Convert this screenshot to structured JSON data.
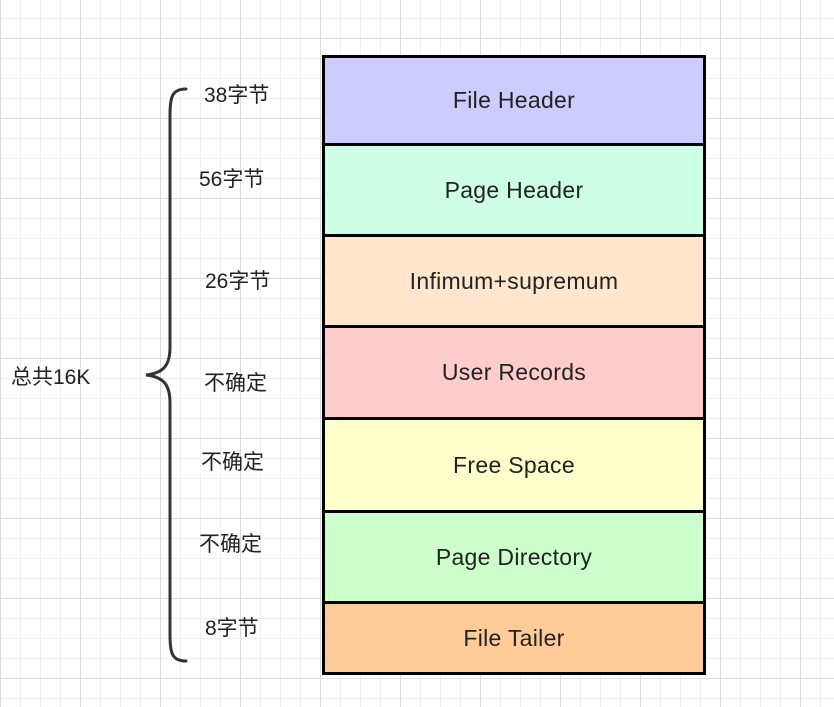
{
  "total_label": "总共16K",
  "sections": [
    {
      "name": "File Header",
      "size": "38字节",
      "color": "#ccccff"
    },
    {
      "name": "Page Header",
      "size": "56字节",
      "color": "#ccffe6"
    },
    {
      "name": "Infimum+supremum",
      "size": "26字节",
      "color": "#ffe6cc"
    },
    {
      "name": "User Records",
      "size": "不确定",
      "color": "#ffcccc"
    },
    {
      "name": "Free Space",
      "size": "不确定",
      "color": "#ffffcc"
    },
    {
      "name": "Page Directory",
      "size": "不确定",
      "color": "#ccffcc"
    },
    {
      "name": "File Tailer",
      "size": "8字节",
      "color": "#ffcc99"
    }
  ]
}
